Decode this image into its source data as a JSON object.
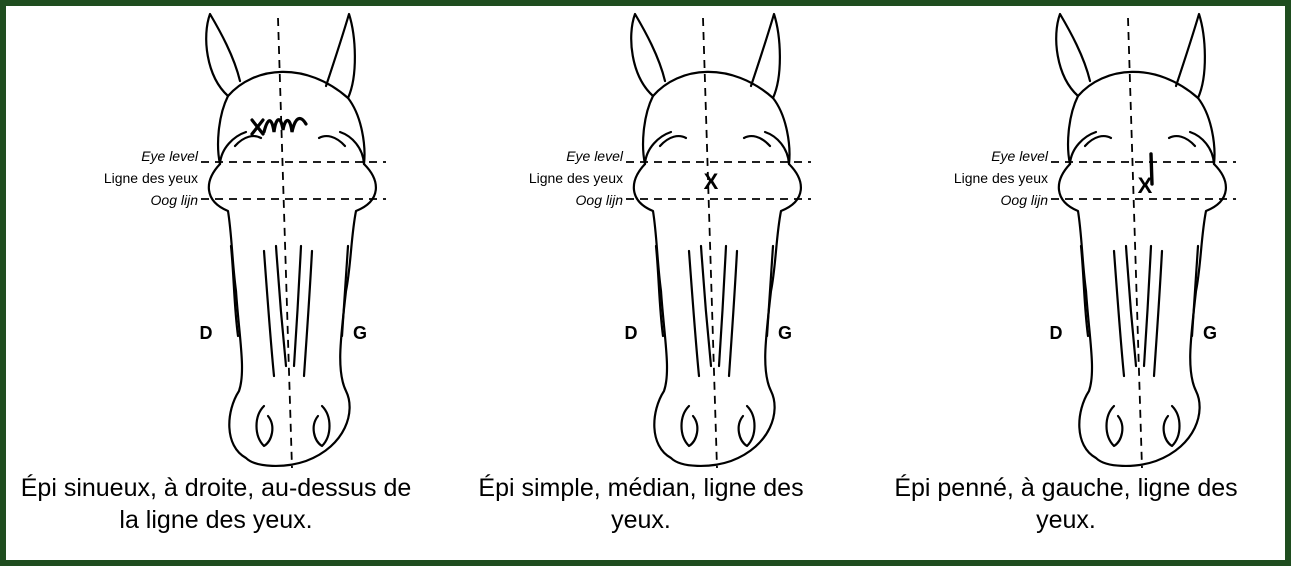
{
  "colors": {
    "border": "#1f4d1f",
    "ink": "#000000"
  },
  "panels": [
    {
      "eye_level": "Eye level",
      "ligne": "Ligne des yeux",
      "oog": "Oog lijn",
      "right": "D",
      "left": "G",
      "mark": "XM",
      "caption_line1": "Épi sinueux, à droite, au-dessus de",
      "caption_line2": "la ligne des yeux."
    },
    {
      "eye_level": "Eye level",
      "ligne": "Ligne des yeux",
      "oog": "Oog lijn",
      "right": "D",
      "left": "G",
      "mark": "X",
      "caption_line1": "Épi simple, médian, ligne des",
      "caption_line2": "yeux."
    },
    {
      "eye_level": "Eye level",
      "ligne": "Ligne des yeux",
      "oog": "Oog lijn",
      "right": "D",
      "left": "G",
      "mark": "X",
      "caption_line1": "Épi penné, à gauche, ligne des",
      "caption_line2": "yeux."
    }
  ]
}
